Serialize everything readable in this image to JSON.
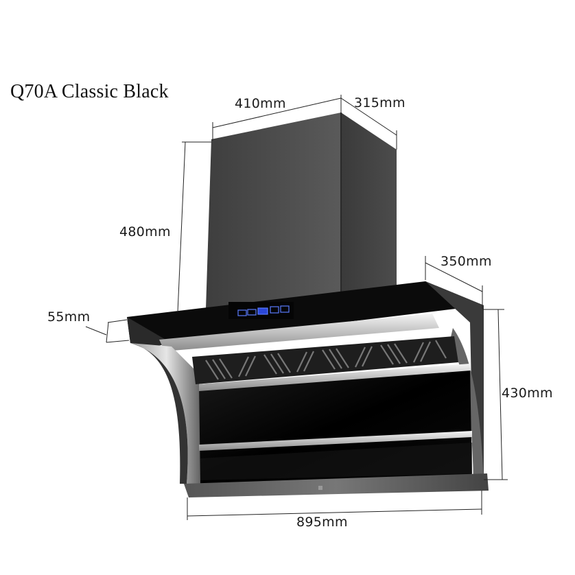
{
  "title": "Q70A Classic Black",
  "product": {
    "type": "range hood",
    "color_scheme": {
      "body": "#4a4a4a",
      "glass": "#050505",
      "trim": "#d8d8d8",
      "display": "#3a5cff"
    }
  },
  "dimensions": {
    "chimney_width": "410mm",
    "chimney_depth": "315mm",
    "chimney_height": "480mm",
    "canopy_thickness": "55mm",
    "canopy_depth": "350mm",
    "body_height": "430mm",
    "overall_width": "895mm"
  },
  "control_panel": {
    "buttons": 5
  }
}
